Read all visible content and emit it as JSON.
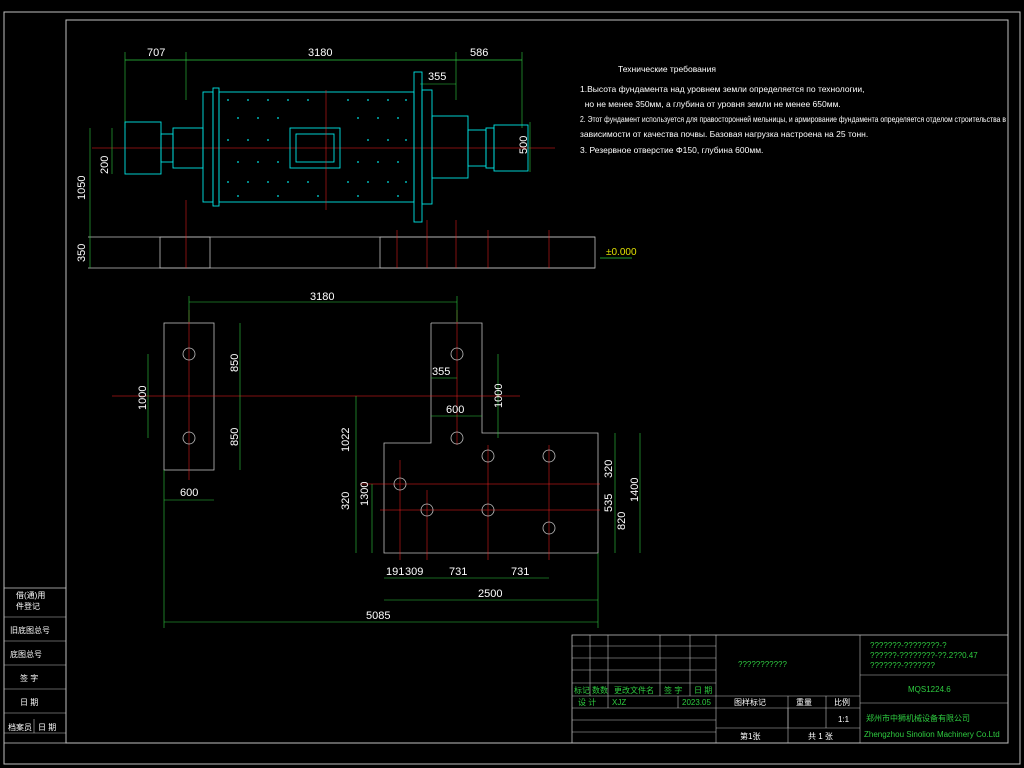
{
  "requirements": {
    "title": "Технические требования",
    "lines": [
      "1.Высота фундамента над уровнем земли определяется по технологии,",
      "  но не менее 350мм, а глубина от уровня земли не менее 650мм.",
      "2. Этот фундамент используется для правосторонней мельницы, и армирование    фундамента определяется отделом строительства в",
      "зависимости от качества почвы. Базовая нагрузка настроена на 25 тонн.",
      "3. Резервное отверстие Φ150, глубина 600мм."
    ]
  },
  "elevation_dims": {
    "d707": "707",
    "d3180": "3180",
    "d586": "586",
    "d355": "355",
    "d500": "500",
    "d200": "200",
    "d1050": "1050",
    "d350": "350",
    "level": "±0.000"
  },
  "plan_dims": {
    "d3180": "3180",
    "d850a": "850",
    "d850b": "850",
    "d1000l": "1000",
    "d600l": "600",
    "d355": "355",
    "d600": "600",
    "d1000r": "1000",
    "d1022": "1022",
    "d320a": "320",
    "d1300": "1300",
    "d320b": "320",
    "d535": "535",
    "d820": "820",
    "d1400": "1400",
    "d191": "191",
    "d309": "309",
    "d731a": "731",
    "d731b": "731",
    "d2500": "2500",
    "d5085": "5085"
  },
  "left_stamp": [
    "借(通)用",
    "件登记",
    "旧底图总号",
    "底图总号",
    "签 字",
    "日 期",
    "档案员",
    "日 期"
  ],
  "title_block": {
    "headers": [
      "标记",
      "数数",
      "更改文件名",
      "签 字",
      "日 期"
    ],
    "design": "设 计",
    "designer": "XJZ",
    "date": "2023.05",
    "center_text": "???????????",
    "spec_lines": [
      "???????-????????-?",
      "??????-????????-??.2??0.47",
      "???????-???????"
    ],
    "drawing_no": "MQS1224.6",
    "pattern_mark": "图样标记",
    "weight": "重量",
    "ratio_label": "比例",
    "ratio": "1:1",
    "sheet": "第1张",
    "total": "共 1 张",
    "company_cn": "郑州市中狮机械设备有限公司",
    "company_en": "Zhengzhou Sinolion Machinery Co.Ltd"
  },
  "colors": {
    "cyan": "#00e5e5",
    "green": "#2ecc40",
    "red": "#ff2020",
    "white": "#ffffff",
    "gray": "#bfbfbf"
  }
}
